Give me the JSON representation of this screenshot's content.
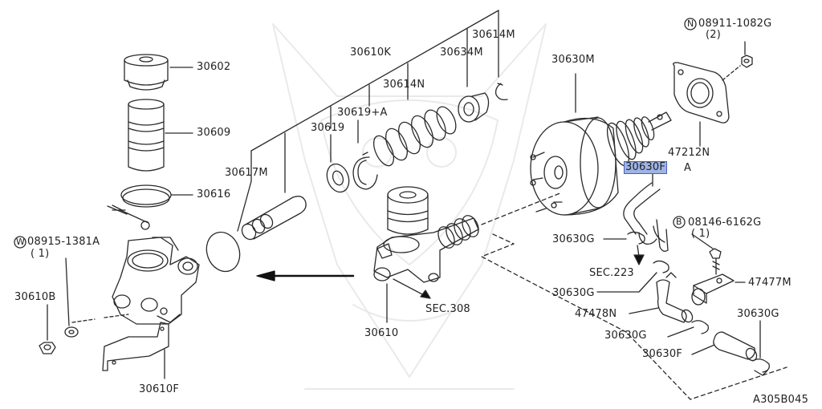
{
  "labels": {
    "p30602": "30602",
    "p30609": "30609",
    "p30616": "30616",
    "p08915": "08915-1381A",
    "p08915_qty": "( 1)",
    "p30610B": "30610B",
    "p30610F": "30610F",
    "p30617M": "30617M",
    "p30619": "30619",
    "p30619A": "30619+A",
    "p30614N": "30614N",
    "p30610K": "30610K",
    "p30634M": "30634M",
    "p30614M": "30614M",
    "p30630M": "30630M",
    "p08911": "08911-1082G",
    "p08911_qty": "(2)",
    "p47212N": "47212N",
    "p30630F_hl": "30630F",
    "p30630F_suffix": "A",
    "p08146": "08146-6162G",
    "p08146_qty": "( 1)",
    "p30630G_1": "30630G",
    "sec223": "SEC.223",
    "p30630G_2": "30630G",
    "p47477M": "47477M",
    "p47478N": "47478N",
    "p30630G_3": "30630G",
    "p30630G_4": "30630G",
    "p30630F_2": "30630F",
    "p30610": "30610",
    "sec308": "SEC.308",
    "diagram_id": "A305B045",
    "circle_W": "W",
    "circle_N": "N",
    "circle_B": "B"
  },
  "colors": {
    "line": "#2a2a2a",
    "highlight": "#9fb4e6",
    "highlight_border": "#4a62b0"
  }
}
